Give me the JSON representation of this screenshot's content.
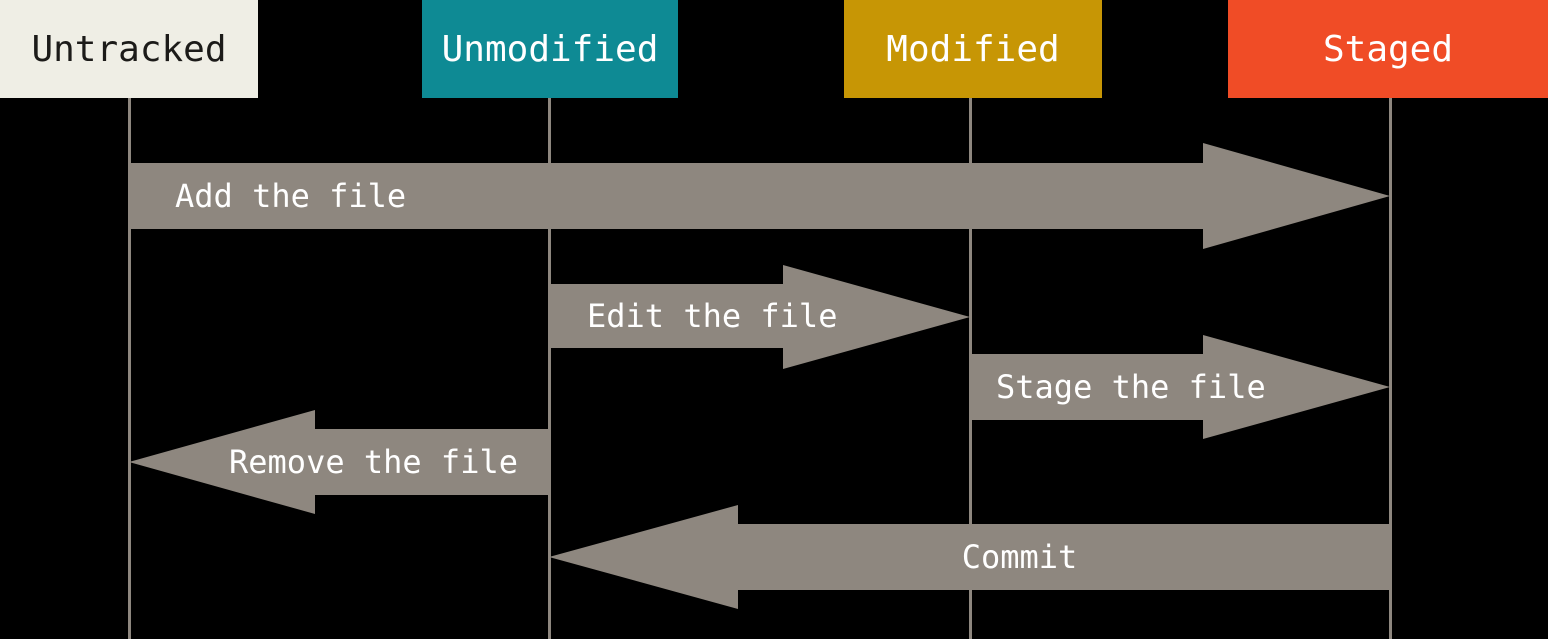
{
  "diagram": {
    "kind": "git-file-status-lifecycle",
    "background_color": "#000000",
    "arrow_color": "#8E877F",
    "lifeline_color": "#8E877F",
    "states": [
      {
        "label": "Untracked",
        "bg": "#EFEEE5",
        "text_color": "#1C1B19"
      },
      {
        "label": "Unmodified",
        "bg": "#0E8A94",
        "text_color": "#FFFFFF"
      },
      {
        "label": "Modified",
        "bg": "#C79605",
        "text_color": "#FFFFFF"
      },
      {
        "label": "Staged",
        "bg": "#F04C26",
        "text_color": "#FFFFFF"
      }
    ],
    "transitions": [
      {
        "label": "Add the file",
        "from": "Untracked",
        "to": "Staged",
        "direction": "right"
      },
      {
        "label": "Edit the file",
        "from": "Unmodified",
        "to": "Modified",
        "direction": "right"
      },
      {
        "label": "Stage the file",
        "from": "Modified",
        "to": "Staged",
        "direction": "right"
      },
      {
        "label": "Remove the file",
        "from": "Unmodified",
        "to": "Untracked",
        "direction": "left"
      },
      {
        "label": "Commit",
        "from": "Staged",
        "to": "Unmodified",
        "direction": "left"
      }
    ]
  }
}
